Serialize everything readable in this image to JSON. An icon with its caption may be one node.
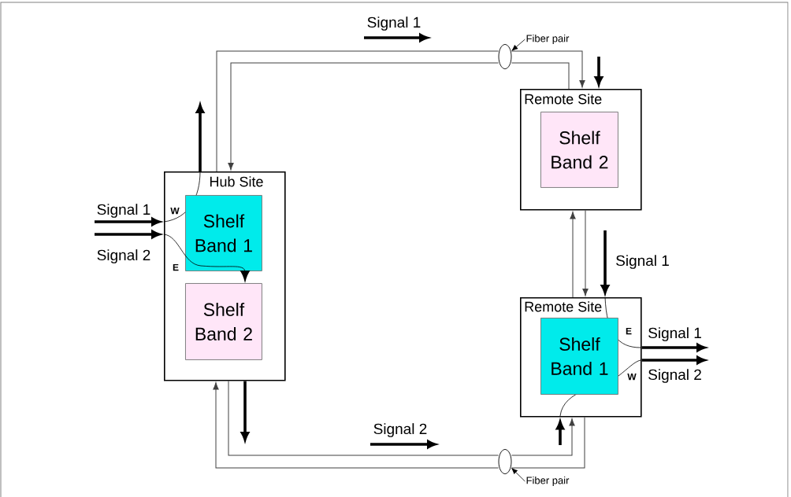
{
  "diagram": {
    "nodes": [
      {
        "text": [
          "Hub Site"
        ]
      },
      {
        "text": [
          "Shelf Band 1"
        ],
        "in": 0
      },
      {
        "text": [
          "Shelf Band 2"
        ],
        "in": 0
      },
      {
        "text": [
          "Remote Site"
        ]
      },
      {
        "text": [
          "Shelf Band 2"
        ],
        "in": 3
      },
      {
        "text": [
          "Remote Site"
        ]
      },
      {
        "text": [
          "Shelf Band 1"
        ],
        "in": 5
      },
      {
        "text": [
          "Fiber pair"
        ]
      },
      {
        "text": [],
        "shape": "ellipse"
      },
      {
        "text": [
          "Fiber pair"
        ]
      },
      {
        "text": [],
        "shape": "ellipse"
      }
    ],
    "edges": [
      {
        "from": 0,
        "to": 8,
        "arrow": "none"
      },
      {
        "from": 8,
        "to": 3,
        "arrow": "to"
      },
      {
        "from": 3,
        "to": 8,
        "arrow": "none"
      },
      {
        "from": 8,
        "to": 0,
        "arrow": "to"
      },
      {
        "from": 5,
        "to": 3,
        "arrow": "to"
      },
      {
        "from": 3,
        "to": 5,
        "arrow": "to"
      },
      {
        "from": 5,
        "to": 10,
        "arrow": "none"
      },
      {
        "from": 10,
        "to": 0,
        "arrow": "to"
      },
      {
        "from": 0,
        "to": 10,
        "arrow": "none"
      },
      {
        "from": 10,
        "to": 5,
        "arrow": "to"
      },
      {
        "from": null,
        "to": 0,
        "arrow": "to",
        "style": "thick",
        "label": "Signal 1"
      },
      {
        "from": null,
        "to": 0,
        "arrow": "to",
        "style": "thick",
        "label": "Signal 2"
      },
      {
        "from": 0,
        "to": null,
        "arrow": "to",
        "style": "thick"
      },
      {
        "from": 1,
        "to": 2,
        "arrow": "to",
        "style": "thick"
      },
      {
        "from": 0,
        "to": null,
        "arrow": "to",
        "style": "thick"
      },
      {
        "from": null,
        "to": 3,
        "arrow": "to",
        "style": "thick"
      },
      {
        "from": null,
        "to": 5,
        "arrow": "to",
        "style": "thick",
        "label": "Signal 1"
      },
      {
        "from": null,
        "to": 5,
        "arrow": "to",
        "style": "thick"
      },
      {
        "from": 5,
        "to": null,
        "arrow": "to",
        "style": "thick",
        "label": "Signal 1"
      },
      {
        "from": 5,
        "to": null,
        "arrow": "to",
        "style": "thick",
        "label": "Signal 2"
      },
      {
        "from": 7,
        "to": 8,
        "arrow": "to"
      },
      {
        "from": 9,
        "to": 10,
        "arrow": "to"
      },
      {
        "from": 0,
        "to": 1,
        "arrow": "none"
      }
    ],
    "labels": [
      "Signal 1",
      "W",
      "E",
      "E",
      "W",
      "Signal 2"
    ]
  }
}
